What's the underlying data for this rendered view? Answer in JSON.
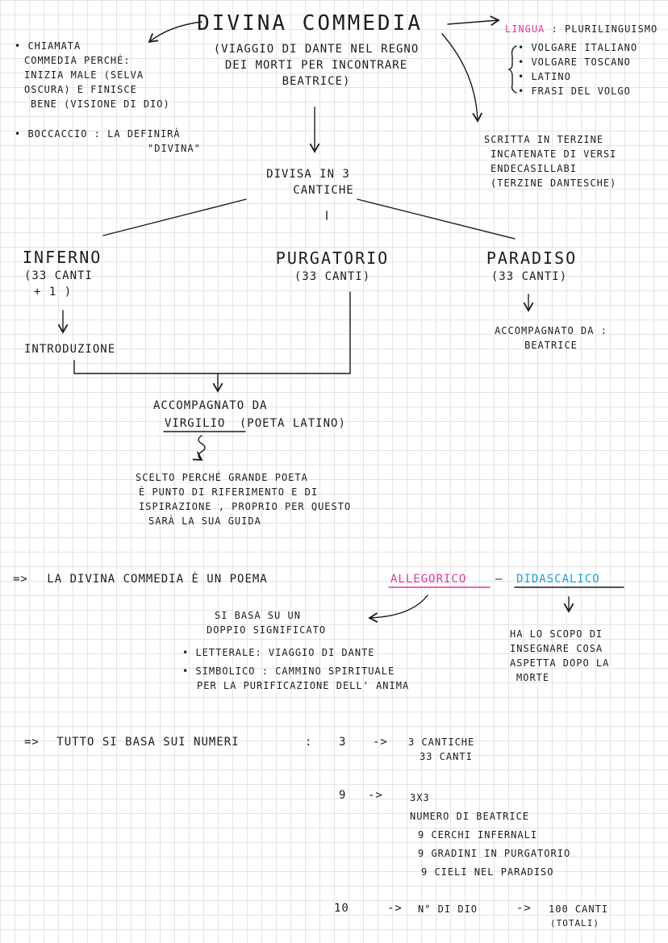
{
  "title": "Divina Commedia",
  "subtitle": [
    "(Viaggio di Dante nel regno",
    "dei morti per incontrare",
    "Beatrice)"
  ],
  "left_notes": {
    "commedia": [
      "• Chiamata",
      "Commedia perché:",
      "inizia male (selva",
      "oscura) e finisce",
      "bene (visione di Dio)"
    ],
    "boccaccio": [
      "• Boccaccio : la definirà",
      "\"Divina\""
    ]
  },
  "lingua": {
    "label": "Lingua",
    "rest": ": plurilinguismo",
    "items": [
      "• volgare italiano",
      "• volgare toscano",
      "• latino",
      "• frasi del volgo"
    ]
  },
  "terzine": [
    "Scritta in terzine",
    "incatenate di versi",
    "endecasillabi",
    "(terzine dantesche)"
  ],
  "divisa": [
    "Divisa in 3",
    "cantiche"
  ],
  "cantiche": {
    "inferno": {
      "name": "Inferno",
      "detail": [
        "(33 canti",
        "+ 1 )"
      ],
      "note": "Introduzione"
    },
    "purgatorio": {
      "name": "Purgatorio",
      "detail": [
        "(33 canti)"
      ]
    },
    "paradiso": {
      "name": "Paradiso",
      "detail": [
        "(33 canti)"
      ],
      "note": [
        "Accompagnato da :",
        "Beatrice"
      ]
    }
  },
  "virgilio": {
    "line1": "Accompagnato da",
    "name": "Virgilio",
    "rest": "(poeta latino)",
    "reason": [
      "Scelto perché grande poeta",
      "è punto di riferimento e di",
      "ispirazione , proprio per questo",
      "sarà la sua guida"
    ]
  },
  "poema": {
    "arrow": "=>",
    "text": "La Divina Commedia è un poema",
    "allegorico": "Allegorico",
    "dash": "–",
    "didascalico": "Didascalico",
    "significato": [
      "Si basa su un",
      "doppio significato"
    ],
    "letterale": "• Letterale: viaggio di Dante",
    "simbolico": [
      "• Simbolico : cammino spirituale",
      "per la purificazione dell' anima"
    ],
    "scopo": [
      "Ha lo scopo di",
      "insegnare cosa",
      "aspetta dopo la",
      "morte"
    ]
  },
  "numeri": {
    "arrow": "=>",
    "text": "Tutto si basa sui numeri",
    "colon": ":",
    "rows": [
      {
        "n": "3",
        "arrow": "->",
        "lines": [
          "3 cantiche",
          "33 canti"
        ]
      },
      {
        "n": "9",
        "arrow": "->",
        "lines": [
          "3x3",
          "numero di Beatrice",
          "9 cerchi infernali",
          "9 gradini in purgatorio",
          "9 cieli nel paradiso"
        ]
      },
      {
        "n": "10",
        "arrow": "->",
        "lines": [
          "N° di Dio"
        ],
        "arrow2": "->",
        "extra": [
          "100 canti",
          "(totali)"
        ]
      }
    ]
  },
  "colors": {
    "ink": "#1c1c1c",
    "pink": "#e8359a",
    "blue": "#1c9fe0",
    "grid": "#e4e4e4"
  }
}
